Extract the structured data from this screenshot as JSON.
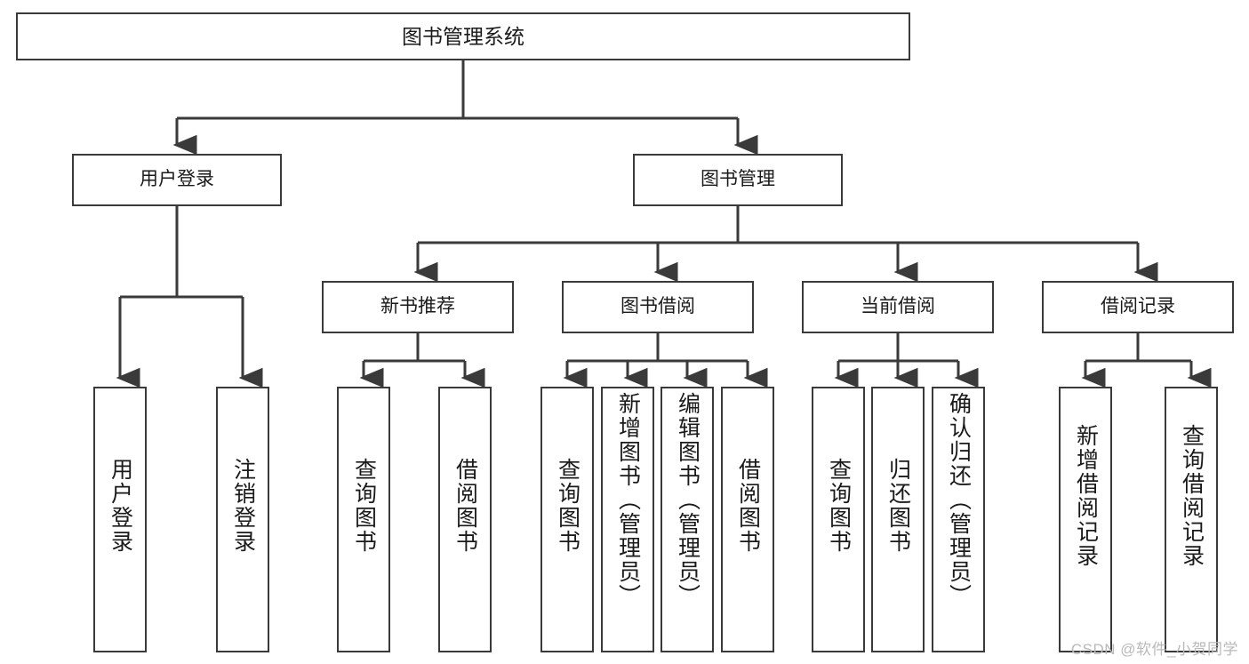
{
  "diagram": {
    "title": "图书管理系统",
    "type": "hierarchy-tree",
    "root": {
      "id": "root",
      "label": "图书管理系统"
    },
    "level2": [
      {
        "id": "user-login",
        "label": "用户登录"
      },
      {
        "id": "book-manage",
        "label": "图书管理"
      }
    ],
    "level3": [
      {
        "id": "new-book-recommend",
        "label": "新书推荐",
        "parent": "book-manage"
      },
      {
        "id": "book-borrow",
        "label": "图书借阅",
        "parent": "book-manage"
      },
      {
        "id": "current-borrow",
        "label": "当前借阅",
        "parent": "book-manage"
      },
      {
        "id": "borrow-record",
        "label": "借阅记录",
        "parent": "book-manage"
      }
    ],
    "leaves": [
      {
        "id": "leaf-user-login",
        "label": "用户登录",
        "parent": "user-login"
      },
      {
        "id": "leaf-user-logout",
        "label": "注销登录",
        "parent": "user-login"
      },
      {
        "id": "leaf-query-book-1",
        "label": "查询图书",
        "parent": "new-book-recommend"
      },
      {
        "id": "leaf-borrow-book-1",
        "label": "借阅图书",
        "parent": "new-book-recommend"
      },
      {
        "id": "leaf-query-book-2",
        "label": "查询图书",
        "parent": "book-borrow"
      },
      {
        "id": "leaf-add-book",
        "label": "新增图书（管理员）",
        "parent": "book-borrow"
      },
      {
        "id": "leaf-edit-book",
        "label": "编辑图书（管理员）",
        "parent": "book-borrow"
      },
      {
        "id": "leaf-borrow-book-2",
        "label": "借阅图书",
        "parent": "book-borrow"
      },
      {
        "id": "leaf-query-book-3",
        "label": "查询图书",
        "parent": "current-borrow"
      },
      {
        "id": "leaf-return-book",
        "label": "归还图书",
        "parent": "current-borrow"
      },
      {
        "id": "leaf-confirm-return",
        "label": "确认归还（管理员）",
        "parent": "current-borrow"
      },
      {
        "id": "leaf-add-record",
        "label": "新增借阅记录",
        "parent": "borrow-record"
      },
      {
        "id": "leaf-query-record",
        "label": "查询借阅记录",
        "parent": "borrow-record"
      }
    ],
    "colors": {
      "stroke": "#3a3a3a",
      "fill": "#ffffff",
      "text": "#1a1a1a",
      "watermark": "#b9b9b9"
    }
  },
  "watermark": {
    "text": "CSDN @软件_小贺同学"
  }
}
